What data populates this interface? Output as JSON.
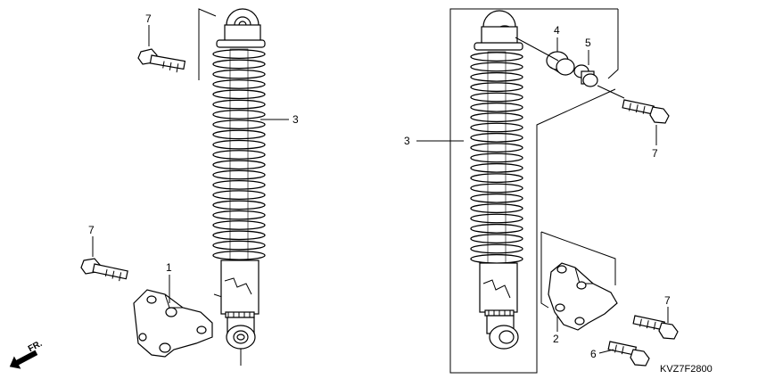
{
  "callouts": {
    "left_bolt_top": "7",
    "left_shock": "3",
    "left_bolt_bottom": "7",
    "left_bracket": "1",
    "right_shock": "3",
    "right_bushing": "4",
    "right_collar": "5",
    "right_bolt_top": "7",
    "right_bracket": "2",
    "right_bolt_lower": "7",
    "right_bolt_bottom": "6"
  },
  "direction_label": "FR.",
  "diagram_code": "KVZ7F2800"
}
